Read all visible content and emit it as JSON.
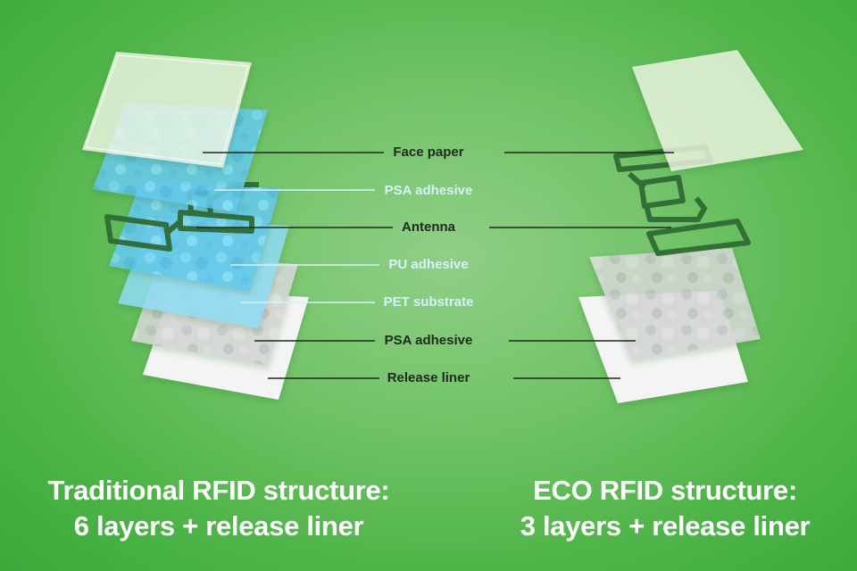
{
  "layers": [
    {
      "key": "face_paper",
      "label": "Face paper",
      "tone": "dark"
    },
    {
      "key": "psa_top",
      "label": "PSA adhesive",
      "tone": "light"
    },
    {
      "key": "antenna",
      "label": "Antenna",
      "tone": "dark"
    },
    {
      "key": "pu",
      "label": "PU adhesive",
      "tone": "light"
    },
    {
      "key": "pet",
      "label": "PET substrate",
      "tone": "light"
    },
    {
      "key": "psa_bottom",
      "label": "PSA adhesive",
      "tone": "dark"
    },
    {
      "key": "release_liner",
      "label": "Release liner",
      "tone": "dark"
    }
  ],
  "traditional": {
    "line1": "Traditional RFID structure:",
    "line2": "6 layers + release liner"
  },
  "eco": {
    "line1": "ECO RFID structure:",
    "line2": "3 layers + release liner"
  },
  "colors": {
    "background": "#5cba52",
    "face_paper": "#eef6e4",
    "blue_layer": "#6ccfee",
    "antenna": "#2f6b33",
    "grey_layer": "#cfd3cf",
    "liner": "#f4f5f4",
    "caption": "#ffffff"
  }
}
